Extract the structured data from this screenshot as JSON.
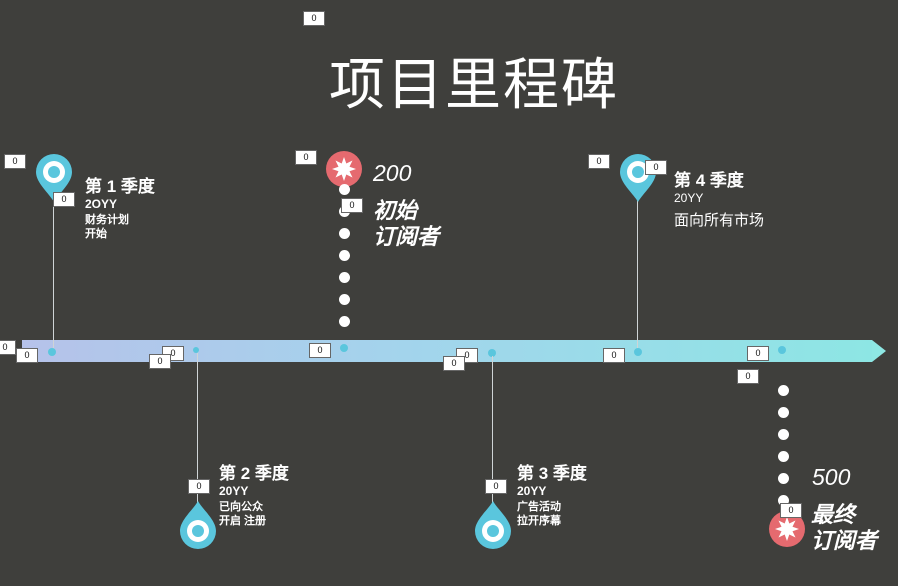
{
  "title": "项目里程碑",
  "colors": {
    "background": "#3f3f3c",
    "timeline_start": "#b6c2ea",
    "timeline_end": "#8de6e4",
    "pin": "#5ac6dd",
    "badge": "#e56a6f"
  },
  "quarters": [
    {
      "heading": "第 1 季度",
      "year": "2OYY",
      "desc": "财务计划\n开始"
    },
    {
      "heading": "第 2 季度",
      "year": "20YY",
      "desc": "已向公众\n开启 注册"
    },
    {
      "heading": "第 3 季度",
      "year": "20YY",
      "desc": "广告活动\n拉开序幕"
    },
    {
      "heading": "第 4 季度",
      "year": "20YY",
      "desc": "面向所有市场"
    }
  ],
  "subscribers": {
    "initial": {
      "number": "200",
      "label": "初始\n订阅者"
    },
    "final": {
      "number": "500",
      "label": "最终\n订阅者"
    }
  },
  "placeholder_chip": "0"
}
